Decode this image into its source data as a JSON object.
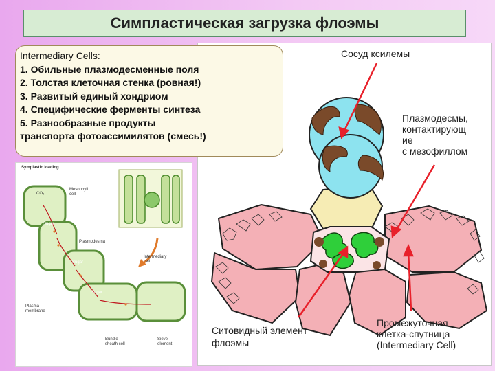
{
  "title": "Симпластическая загрузка флоэмы",
  "features": {
    "header": "Intermediary Cells:",
    "items": [
      "1.  Обильные плазмодесменные поля",
      "2.  Толстая клеточная стенка (ровная!)",
      "3.  Развитый единый хондриом",
      "4.  Специфические ферменты синтеза",
      "5.  Разнообразные продукты",
      "транспорта фотоассимилятов (смесь!)"
    ]
  },
  "labels": {
    "xylem_vessel": "Сосуд ксилемы",
    "plasmodesmata": [
      "Плазмодесмы,",
      "контактирующ",
      "ие",
      "с мезофиллом"
    ],
    "sieve_element": [
      "Ситовидный элемент",
      "флоэмы"
    ],
    "companion_cell": [
      "Промежуточная",
      "клетка-спутница",
      "(Intermediary Cell)"
    ]
  },
  "thumbnail": {
    "heading": "Symplastic loading",
    "co2": "CO₂",
    "mesophyll": [
      "Mesophyll",
      "cell"
    ],
    "sugar1": "Sugar",
    "plasmodesma": "Plasmodesma",
    "sugar2": "Sugar",
    "intermediary": [
      "Intermediary",
      "cell"
    ],
    "sugar3": "Sugar",
    "plasma": [
      "Plasma",
      "membrane"
    ],
    "bundle": [
      "Bundle",
      "sheath cell"
    ],
    "sieve": [
      "Sieve",
      "element"
    ]
  },
  "colors": {
    "arrow": "#e8202a",
    "vessel": "#8de3ef",
    "companion": "#f6ecb4",
    "sieve": "#f4b0b6",
    "plastid": "#2fcf3a",
    "wall": "#7a4a2a"
  }
}
